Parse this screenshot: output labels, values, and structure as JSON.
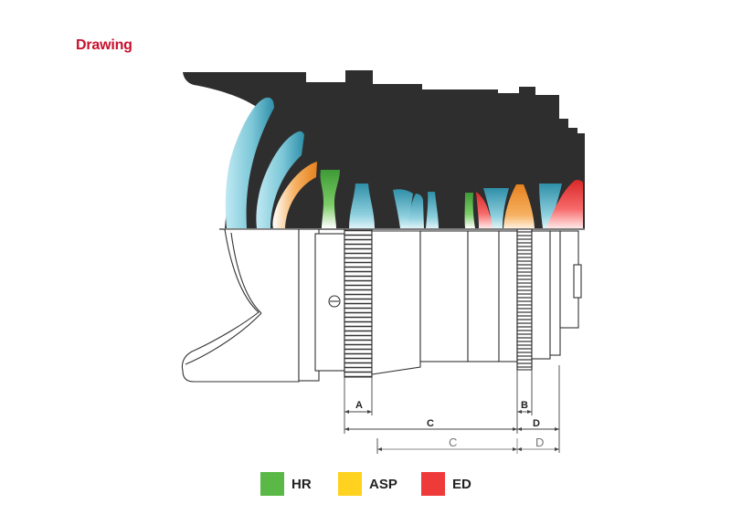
{
  "header": {
    "title": "Drawing"
  },
  "dimensions": {
    "a": "A",
    "b": "B",
    "c": "C",
    "d": "D",
    "c_ghost": "C",
    "d_ghost": "D"
  },
  "legend": [
    {
      "key": "hr",
      "label": "HR",
      "color": "#5ab946"
    },
    {
      "key": "asp",
      "label": "ASP",
      "color": "#ffd21f"
    },
    {
      "key": "ed",
      "label": "ED",
      "color": "#ef3a3a"
    }
  ],
  "colors": {
    "barrel": "#2e2e2e",
    "element_standard": "#5cb8cc",
    "element_hr": "#5ab946",
    "element_asp": "#f39a35",
    "element_ed": "#ef3a3a"
  }
}
